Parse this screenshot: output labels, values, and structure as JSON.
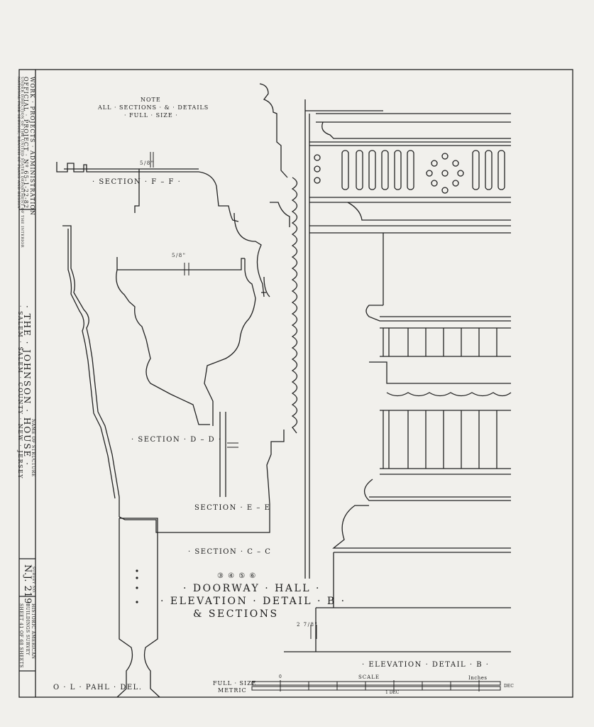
{
  "title_block": {
    "wpa_line1": "WORK · PROJECTS · ADMINISTRATION",
    "wpa_line2": "OFFICIAL · PROJECT · Nº 65-1-22-82",
    "wpa_line3": "UNDER DIRECTION OF THE UNITED STATES DEPARTMENT OF THE INTERIOR",
    "wpa_line4": "NATIONAL PARK SERVICE, BRANCH OF PLANS AND DESIGN",
    "name_label": "NAME OF STRUCTURE",
    "structure_name": "· THE · JOHNSON · HOUSE ·",
    "location": "· SALEM · SALEM · COUNTY · NEW · JERSEY",
    "survey_label": "SURVEY NO.",
    "survey_no": "N.J. 219",
    "survey_name": "HISTORIC AMERICAN BUILDINGS SURVEY",
    "sheet_info": "SHEET 41 OF 68 SHEETS"
  },
  "note": {
    "heading": "NOTE",
    "line1": "ALL · SECTIONS · & · DETAILS",
    "line2": "· FULL · SIZE ·"
  },
  "labels": {
    "section_ff": "· SECTION · F – F ·",
    "section_dd": "· SECTION · D – D ·",
    "section_ee": "SECTION · E – E",
    "section_cc": "· SECTION · C – C",
    "drawing_numbers": "③ ④ ⑤ ⑥",
    "title_line1": "· DOORWAY · HALL ·",
    "title_line2": "· ELEVATION · DETAIL · B ·",
    "title_line3": "& SECTIONS",
    "elevation_caption": "· ELEVATION · DETAIL · B ·",
    "delineator": "O · L · PAHL · DEL.",
    "dim_ff": "5/8\"",
    "dim_dd": "5/8\"",
    "dim_elev": "2 7/8\""
  },
  "scale": {
    "full_size": "FULL · SIZE",
    "metric": "METRIC",
    "scale_label": "SCALE",
    "inches": "Inches",
    "tick_0": "0",
    "tick_mid": "1 DEC",
    "tick_end": "DEC"
  }
}
